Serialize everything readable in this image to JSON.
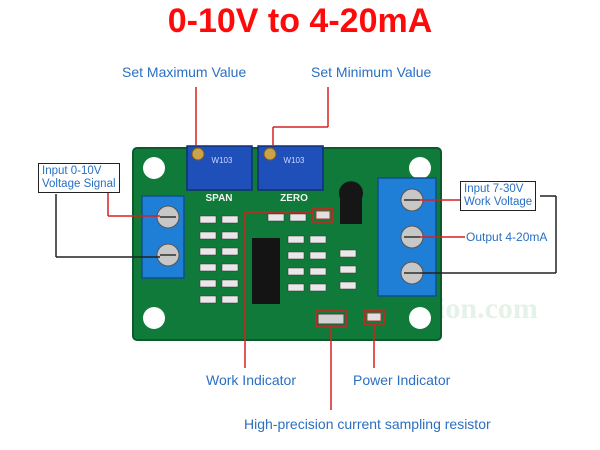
{
  "title": "0-10V to 4-20mA",
  "labels": {
    "set_max": "Set Maximum Value",
    "set_min": "Set Minimum Value",
    "input_signal_line1": "Input 0-10V",
    "input_signal_line2": "Voltage Signal",
    "input_power_line1": "Input 7-30V",
    "input_power_line2": "Work Voltage",
    "output": "Output 4-20mA",
    "work_indicator": "Work Indicator",
    "power_indicator": "Power Indicator",
    "resistor": "High-precision current sampling resistor"
  },
  "board": {
    "span": "SPAN",
    "zero": "ZERO",
    "pot_code": "W103"
  },
  "watermark": "www.elecstation.com",
  "colors": {
    "title": "#ff0a0a",
    "label": "#2a6fc2",
    "pcb": "#0f7a3a",
    "terminal": "#1f7fd6",
    "pointer": "#d62020"
  }
}
